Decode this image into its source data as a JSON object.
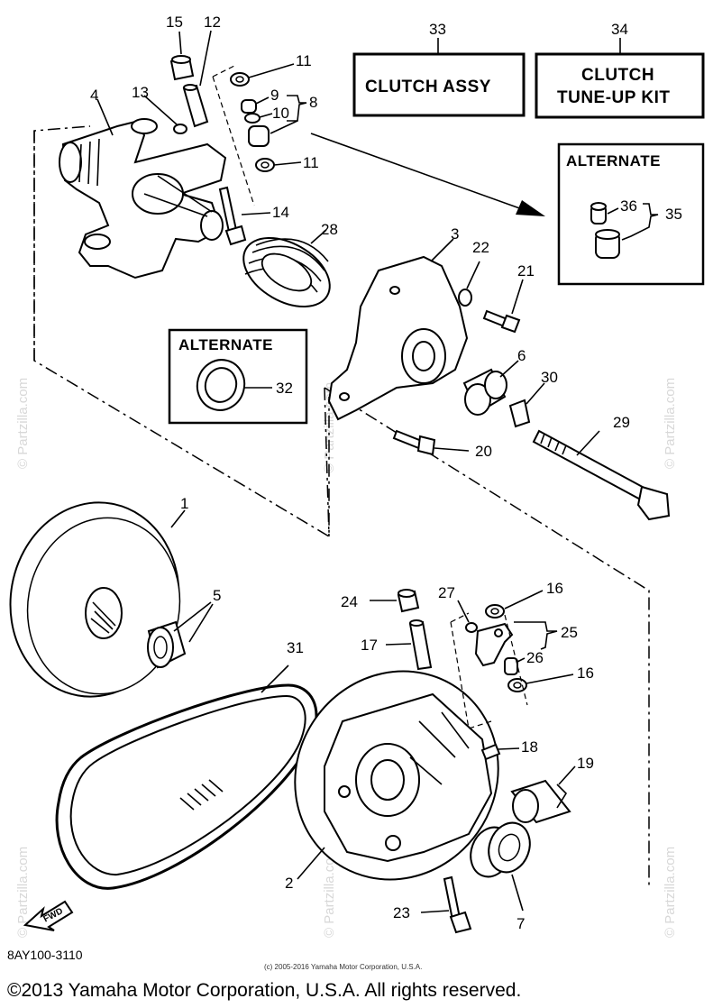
{
  "boxes": {
    "clutch_assy": {
      "number": "33",
      "label": "CLUTCH ASSY"
    },
    "tune_up_kit": {
      "number": "34",
      "label_line1": "CLUTCH",
      "label_line2": "TUNE-UP KIT"
    },
    "alternate_top": {
      "label": "ALTERNATE"
    },
    "alternate_left": {
      "label": "ALTERNATE"
    }
  },
  "callouts": [
    "1",
    "2",
    "3",
    "4",
    "5",
    "6",
    "7",
    "8",
    "9",
    "10",
    "11",
    "11",
    "12",
    "13",
    "14",
    "15",
    "16",
    "16",
    "17",
    "18",
    "19",
    "20",
    "21",
    "22",
    "23",
    "24",
    "25",
    "26",
    "27",
    "28",
    "29",
    "30",
    "31",
    "32",
    "35",
    "36"
  ],
  "labels": {
    "n1": "1",
    "n2": "2",
    "n3": "3",
    "n4": "4",
    "n5": "5",
    "n6": "6",
    "n7": "7",
    "n8": "8",
    "n9": "9",
    "n10": "10",
    "n11a": "11",
    "n11b": "11",
    "n12": "12",
    "n13": "13",
    "n14": "14",
    "n15": "15",
    "n16a": "16",
    "n16b": "16",
    "n17": "17",
    "n18": "18",
    "n19": "19",
    "n20": "20",
    "n21": "21",
    "n22": "22",
    "n23": "23",
    "n24": "24",
    "n25": "25",
    "n26": "26",
    "n27": "27",
    "n28": "28",
    "n29": "29",
    "n30": "30",
    "n31": "31",
    "n32": "32",
    "n35": "35",
    "n36": "36"
  },
  "fwd_label": "FWD",
  "diagram_code": "8AY100-3110",
  "small_copyright": "(c) 2005-2016 Yamaha Motor Corporation, U.S.A.",
  "footer": "©2013 Yamaha Motor Corporation, U.S.A. All rights reserved.",
  "watermark": "© Partzilla.com"
}
